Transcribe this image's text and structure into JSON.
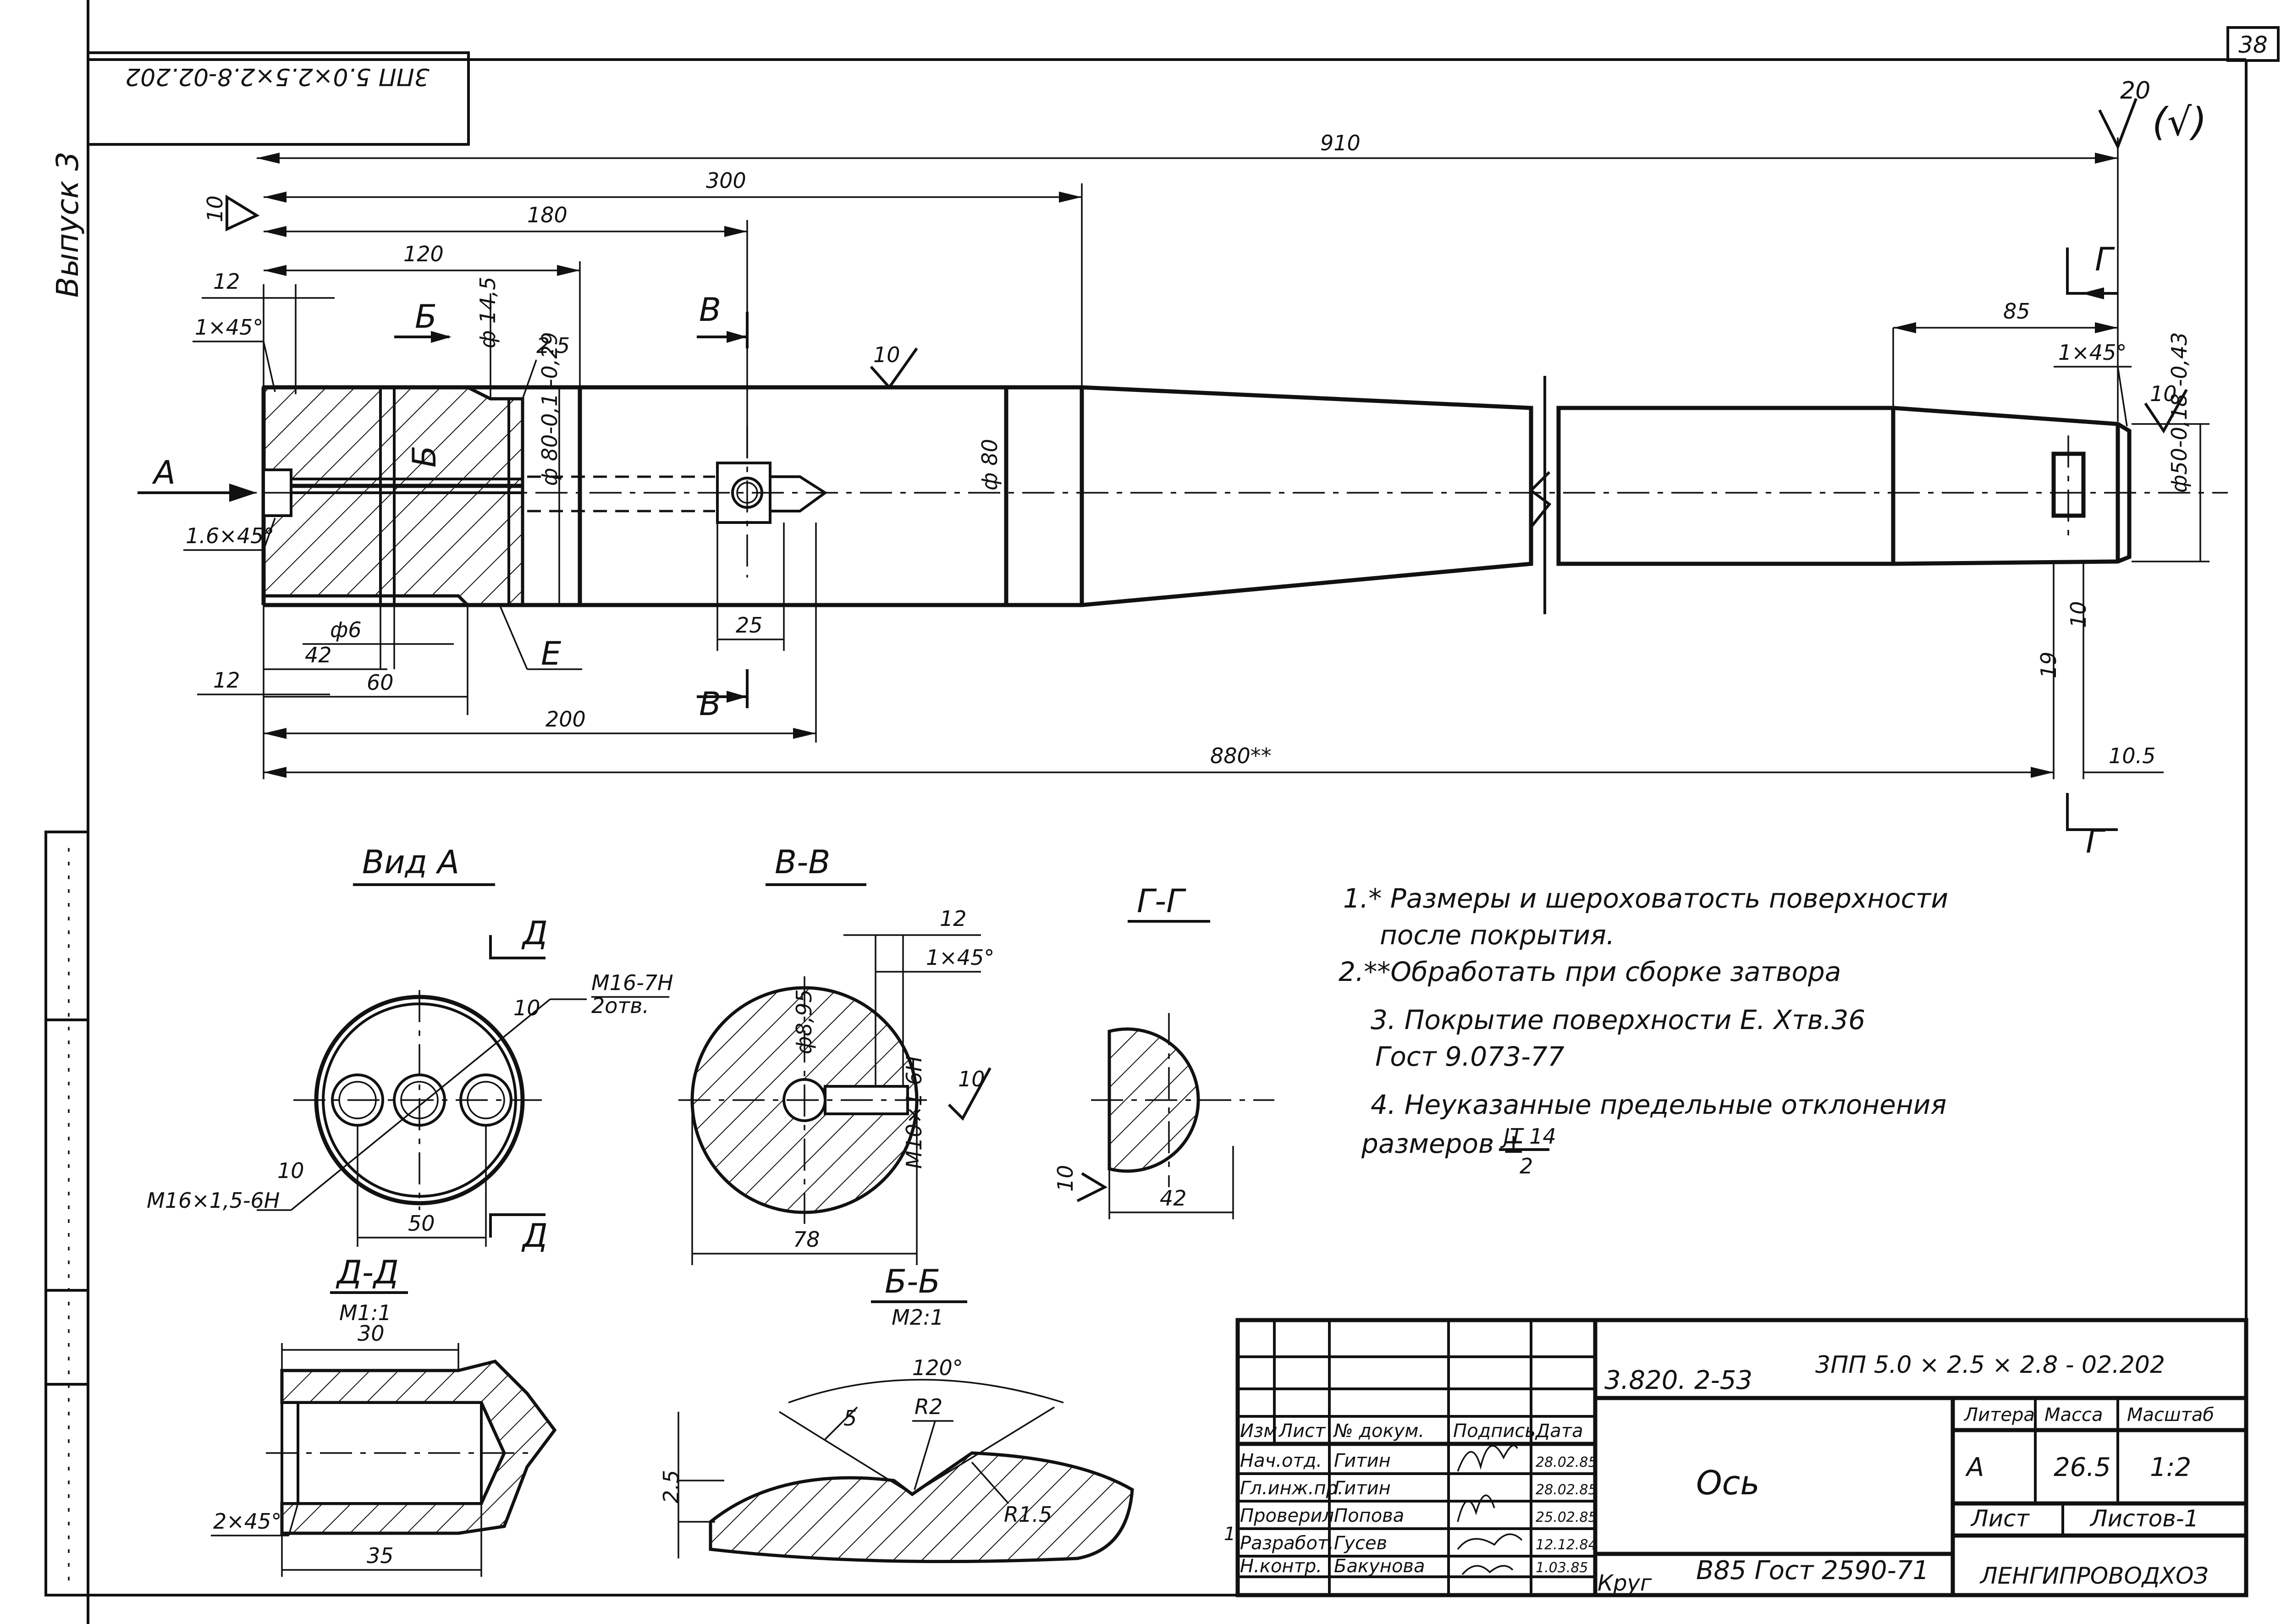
{
  "sheet": {
    "page_number": "38",
    "stamp_top": "3ПП 5.0×2.5×2.8-02.202",
    "issue": "Выпуск 3",
    "roughness_general": "20",
    "roughness_general_bracket": "(√)"
  },
  "main_view": {
    "dims": {
      "d910": "910",
      "d300": "300",
      "d180": "180",
      "d120": "120",
      "d12a": "12",
      "ch1x45": "1×45°",
      "d14_5": "ф 14,5",
      "d2_5": "2.5",
      "r10": "10",
      "ch1_6x45": "1.6×45°",
      "d80tol": "ф 80-0,1 -0,29",
      "d80": "ф 80",
      "d6": "ф6",
      "d42": "42",
      "d60": "60",
      "d12b": "12",
      "d25": "25",
      "d200": "200",
      "d880": "880**",
      "d85": "85",
      "ch1x45b": "1×45°",
      "r10b": "10",
      "d50tol": "ф50-0,18 -0,43",
      "d10_5": "10.5",
      "key_w": "10",
      "key_h": "19"
    },
    "labels": {
      "view_a": "А",
      "cut_b": "Б",
      "cut_b2": "Б",
      "cut_v1": "В",
      "cut_v2": "В",
      "cut_g1": "Г",
      "cut_g2": "Г",
      "surface_e": "Е",
      "r10c": "10"
    }
  },
  "view_a": {
    "title": "Вид А",
    "cut_d1": "Д",
    "cut_d2": "Д",
    "thread_top": "М16-7Н",
    "thread_top_count": "2отв.",
    "thread_bottom": "М16×1,5-6Н",
    "r10a": "10",
    "r10b": "10",
    "dim50": "50"
  },
  "section_vv": {
    "title": "В-В",
    "d12": "12",
    "ch": "1×45°",
    "d8_95": "ф8,95",
    "r10": "10",
    "thread": "М10×1-6Н",
    "dim78": "78"
  },
  "section_gg": {
    "title": "Г-Г",
    "r10": "10",
    "dim42": "42"
  },
  "notes": [
    "1.* Размеры и шероховатость поверхности",
    "после покрытия.",
    "2.**Обработать при сборке затвора",
    "3. Покрытие поверхности  Е. Хтв.36",
    "Гост 9.073-77",
    "4. Неуказанные предельные отклонения",
    "размеров ±",
    "JT 14",
    "2"
  ],
  "detail_dd": {
    "title": "Д-Д",
    "scale": "М1:1",
    "dim30": "30",
    "dim35": "35",
    "ch": "2×45°"
  },
  "detail_bb": {
    "title": "Б-Б",
    "scale": "М2:1",
    "angle": "120°",
    "r2": "R2",
    "d5": "5",
    "r1_5": "R1.5",
    "d2_5": "2.5"
  },
  "title_block": {
    "code1": "3.820. 2-53",
    "code2": "3ПП  5.0 × 2.5 × 2.8 - 02.202",
    "name": "Ось",
    "material": "В85 Гост 2590-71",
    "material_prefix": "Круг",
    "head_litera": "Литера",
    "head_massa": "Масса",
    "head_masshtab": "Масштаб",
    "litera": "А",
    "massa": "26.5",
    "masshtab": "1:2",
    "list_label": "Лист",
    "listov_label": "Листов-1",
    "org": "ЛЕНГИПРОВОДХОЗ",
    "col_izm": "Изм",
    "col_list": "Лист",
    "col_doc": "№ докум.",
    "col_podp": "Подпись",
    "col_date": "Дата",
    "roles": [
      {
        "role": "Нач.отд.",
        "name": "Гитин",
        "date": "28.02.85"
      },
      {
        "role": "Гл.инж.пр.",
        "name": "Гитин",
        "date": "28.02.85"
      },
      {
        "role": "Проверил",
        "name": "Попова",
        "date": "25.02.85"
      },
      {
        "role": "Разработ.",
        "name": "Гусев",
        "date": "12.12.84"
      },
      {
        "role": "Н.контр.",
        "name": "Бакунова",
        "date": "1.03.85"
      }
    ],
    "side_mark": "1"
  }
}
